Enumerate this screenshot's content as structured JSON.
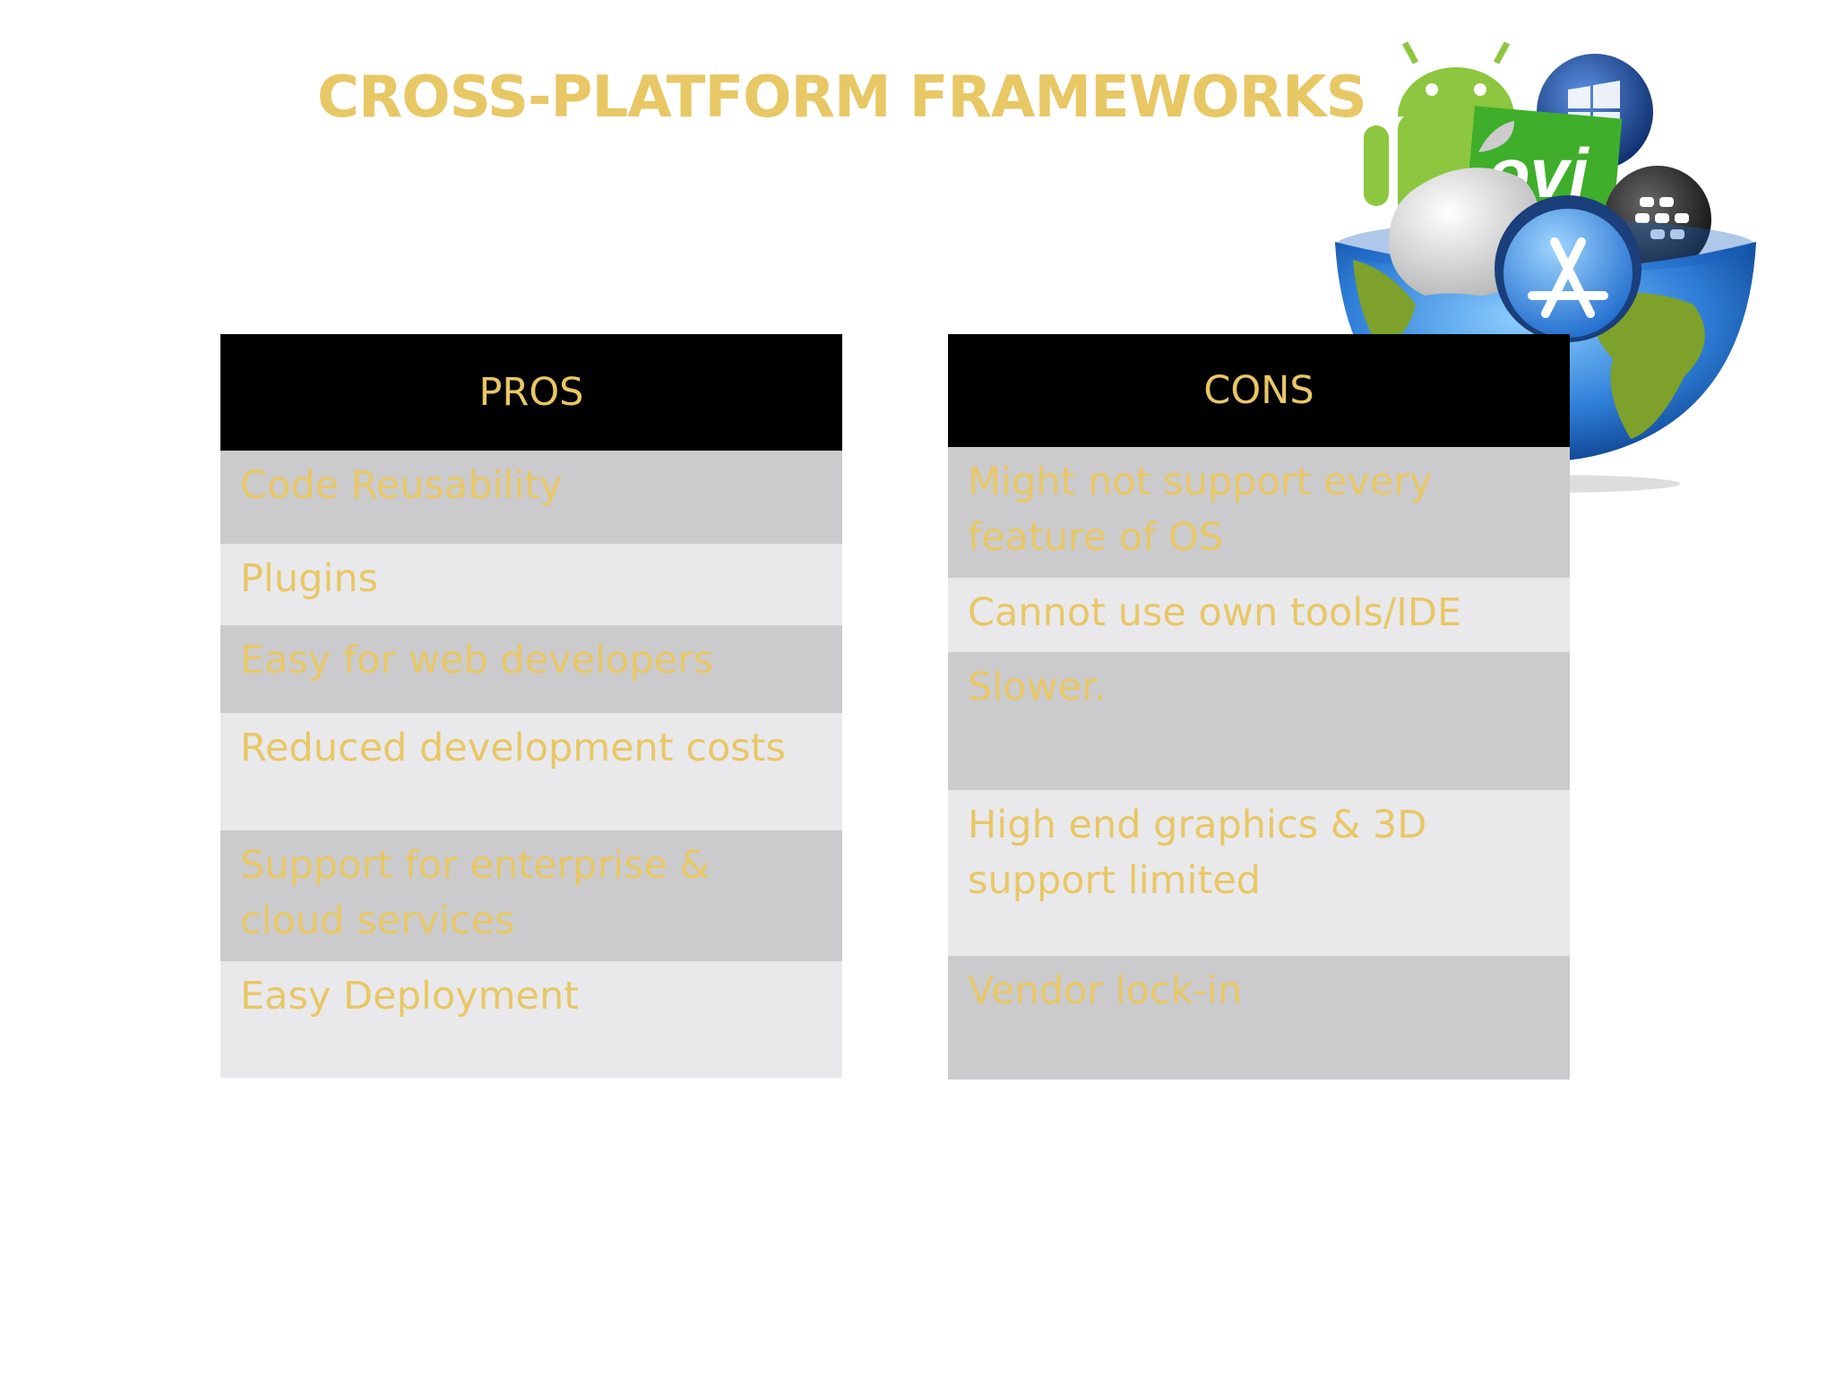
{
  "slide": {
    "title": "CROSS-PLATFORM FRAMEWORKS"
  },
  "logo": {
    "icon": "platforms-globe-bowl-icon",
    "colors": {
      "globe_blue": "#2f7fd8",
      "land_green": "#7da12a",
      "android_green": "#8dc63f",
      "ovi_green": "#3fae2a"
    }
  },
  "pros": {
    "header": "PROS",
    "items": [
      "Code Reusability",
      "Plugins",
      "Easy for web developers",
      "Reduced development costs",
      "Support for enterprise & cloud services",
      "Easy Deployment"
    ]
  },
  "cons": {
    "header": "CONS",
    "items": [
      "Might not support every feature of OS",
      "Cannot use own tools/IDE",
      "Slower.",
      "High end graphics & 3D support limited",
      "Vendor lock-in"
    ]
  },
  "colors": {
    "accent": "#e8c765",
    "header_bg": "#000000",
    "row_dark": "#cbcbcd",
    "row_light": "#e9e9eb"
  }
}
